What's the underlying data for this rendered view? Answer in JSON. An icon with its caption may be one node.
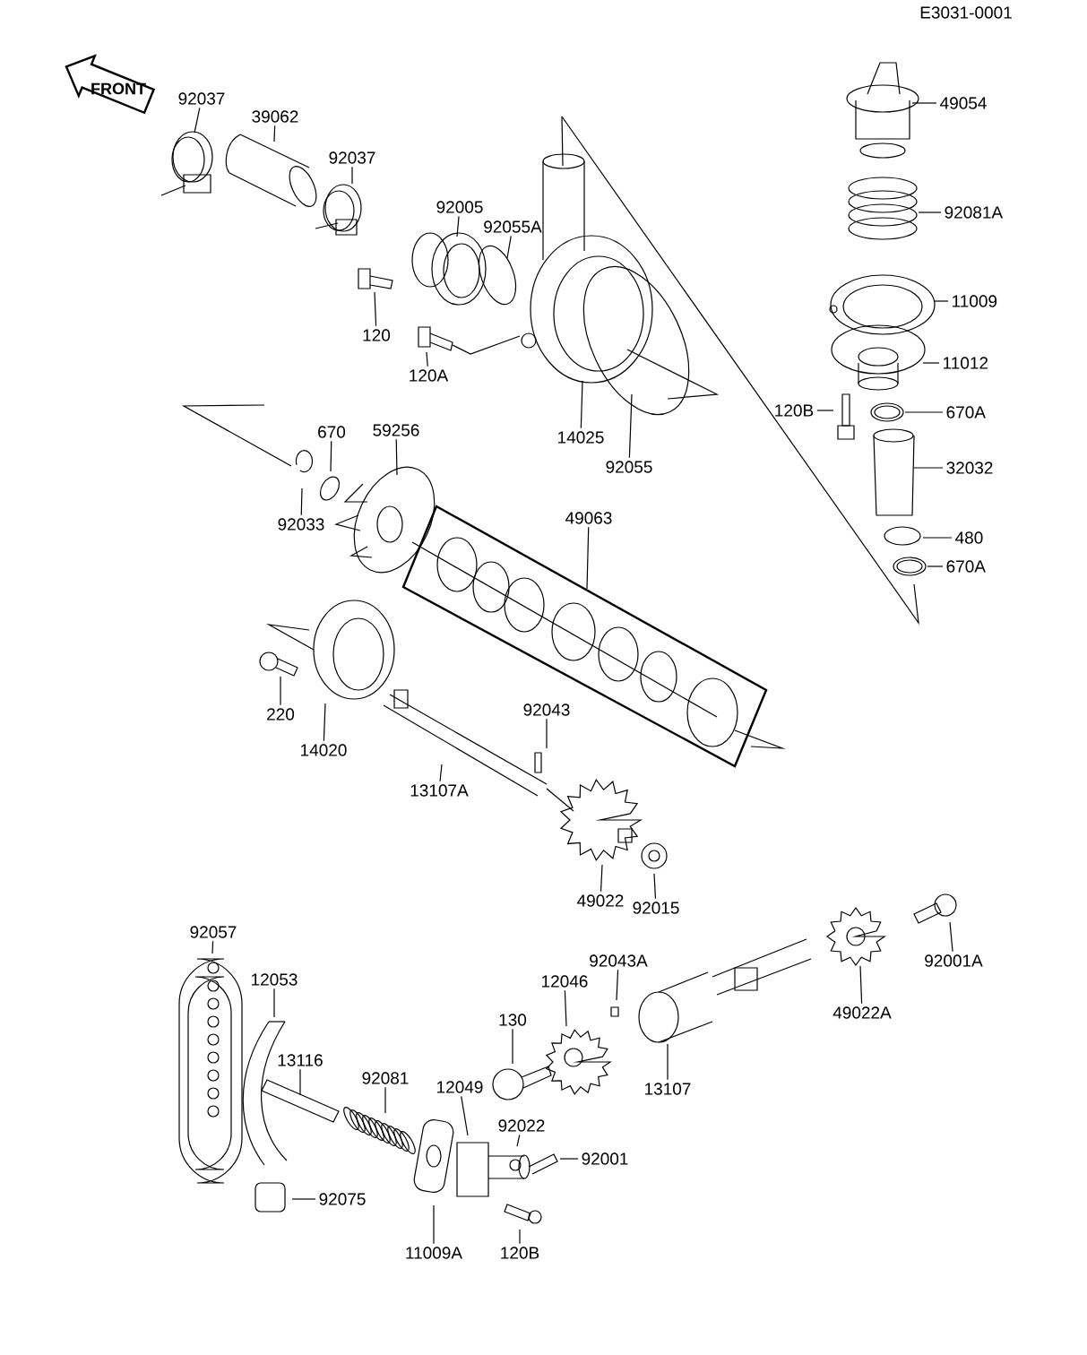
{
  "diagram": {
    "nodes": [
      {
        "text": [
          "92037"
        ]
      },
      {
        "text": [
          "39062"
        ]
      },
      {
        "text": [
          "92037"
        ]
      },
      {
        "text": [
          "92005"
        ]
      },
      {
        "text": [
          "92055A"
        ]
      },
      {
        "text": [
          "120"
        ]
      },
      {
        "text": [
          "120A"
        ]
      },
      {
        "text": [
          "14025"
        ]
      },
      {
        "text": [
          "92055"
        ]
      },
      {
        "text": [
          "49054"
        ]
      },
      {
        "text": [
          "92081A"
        ]
      },
      {
        "text": [
          "11009"
        ]
      },
      {
        "text": [
          "11012"
        ]
      },
      {
        "text": [
          "120B"
        ]
      },
      {
        "text": [
          "670A"
        ]
      },
      {
        "text": [
          "32032"
        ]
      },
      {
        "text": [
          "480"
        ]
      },
      {
        "text": [
          "670A"
        ]
      },
      {
        "text": [
          "670"
        ]
      },
      {
        "text": [
          "59256"
        ]
      },
      {
        "text": [
          "92033"
        ]
      },
      {
        "text": [
          "49063"
        ]
      },
      {
        "text": [
          "220"
        ]
      },
      {
        "text": [
          "14020"
        ]
      },
      {
        "text": [
          "92043"
        ]
      },
      {
        "text": [
          "13107A"
        ]
      },
      {
        "text": [
          "49022"
        ]
      },
      {
        "text": [
          "92015"
        ]
      },
      {
        "text": [
          "92057"
        ]
      },
      {
        "text": [
          "12053"
        ]
      },
      {
        "text": [
          "92043A"
        ]
      },
      {
        "text": [
          "12046"
        ]
      },
      {
        "text": [
          "130"
        ]
      },
      {
        "text": [
          "92001A"
        ]
      },
      {
        "text": [
          "49022A"
        ]
      },
      {
        "text": [
          "13107"
        ]
      },
      {
        "text": [
          "13116"
        ]
      },
      {
        "text": [
          "92081"
        ]
      },
      {
        "text": [
          "12049"
        ]
      },
      {
        "text": [
          "92022"
        ]
      },
      {
        "text": [
          "92001"
        ]
      },
      {
        "text": [
          "92075"
        ]
      },
      {
        "text": [
          "11009A"
        ]
      },
      {
        "text": [
          "120B"
        ]
      }
    ],
    "edges": [
      {
        "from": 0,
        "to": null,
        "arrow": "none"
      },
      {
        "from": 1,
        "to": null,
        "arrow": "none"
      },
      {
        "from": 2,
        "to": null,
        "arrow": "none"
      },
      {
        "from": 3,
        "to": null,
        "arrow": "none"
      },
      {
        "from": 4,
        "to": null,
        "arrow": "none"
      },
      {
        "from": 5,
        "to": null,
        "arrow": "none"
      },
      {
        "from": 6,
        "to": null,
        "arrow": "none"
      },
      {
        "from": 7,
        "to": null,
        "arrow": "none"
      },
      {
        "from": 8,
        "to": null,
        "arrow": "none"
      },
      {
        "from": 9,
        "to": null,
        "arrow": "none"
      },
      {
        "from": 10,
        "to": null,
        "arrow": "none"
      },
      {
        "from": 11,
        "to": null,
        "arrow": "none"
      },
      {
        "from": 12,
        "to": null,
        "arrow": "none"
      },
      {
        "from": 13,
        "to": null,
        "arrow": "none"
      },
      {
        "from": 14,
        "to": null,
        "arrow": "none"
      },
      {
        "from": 15,
        "to": null,
        "arrow": "none"
      },
      {
        "from": 16,
        "to": null,
        "arrow": "none"
      },
      {
        "from": 17,
        "to": null,
        "arrow": "none"
      },
      {
        "from": 18,
        "to": null,
        "arrow": "none"
      },
      {
        "from": 19,
        "to": null,
        "arrow": "none"
      },
      {
        "from": 20,
        "to": null,
        "arrow": "none"
      },
      {
        "from": 21,
        "to": null,
        "arrow": "none"
      },
      {
        "from": 22,
        "to": null,
        "arrow": "none"
      },
      {
        "from": 23,
        "to": null,
        "arrow": "none"
      },
      {
        "from": 24,
        "to": null,
        "arrow": "none"
      },
      {
        "from": 25,
        "to": null,
        "arrow": "none"
      },
      {
        "from": 26,
        "to": null,
        "arrow": "none"
      },
      {
        "from": 27,
        "to": null,
        "arrow": "none"
      },
      {
        "from": 28,
        "to": null,
        "arrow": "none"
      },
      {
        "from": 29,
        "to": null,
        "arrow": "none"
      },
      {
        "from": 30,
        "to": null,
        "arrow": "none"
      },
      {
        "from": 31,
        "to": null,
        "arrow": "none"
      },
      {
        "from": 32,
        "to": null,
        "arrow": "none"
      },
      {
        "from": 33,
        "to": null,
        "arrow": "none"
      },
      {
        "from": 34,
        "to": null,
        "arrow": "none"
      },
      {
        "from": 35,
        "to": null,
        "arrow": "none"
      },
      {
        "from": 36,
        "to": null,
        "arrow": "none"
      },
      {
        "from": 37,
        "to": null,
        "arrow": "none"
      },
      {
        "from": 38,
        "to": null,
        "arrow": "none"
      },
      {
        "from": 39,
        "to": null,
        "arrow": "none"
      },
      {
        "from": 40,
        "to": null,
        "arrow": "none"
      },
      {
        "from": 41,
        "to": null,
        "arrow": "none"
      },
      {
        "from": 42,
        "to": null,
        "arrow": "none"
      },
      {
        "from": 43,
        "to": null,
        "arrow": "none"
      }
    ],
    "labels": [
      "E3031-0001",
      "FRONT"
    ]
  }
}
